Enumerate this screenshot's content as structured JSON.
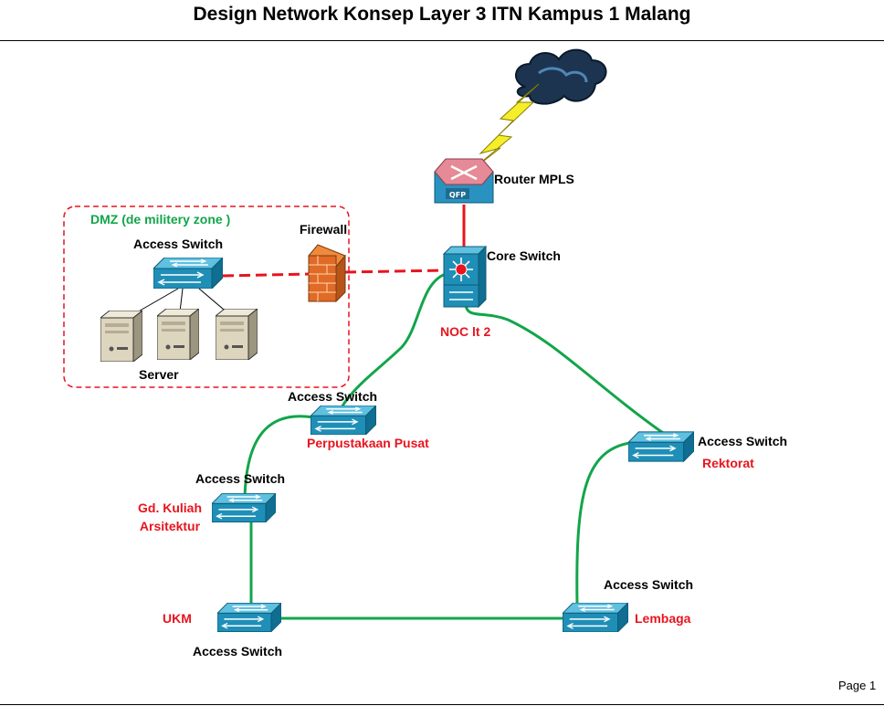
{
  "title": "Design Network Konsep Layer 3 ITN Kampus 1 Malang",
  "page_label": "Page 1",
  "dmz": {
    "label": "DMZ (de militery zone )",
    "switch_label": "Access Switch",
    "server_label": "Server"
  },
  "firewall_label": "Firewall",
  "router": {
    "label": "Router MPLS",
    "badge": "QFP"
  },
  "core": {
    "label": "Core Switch",
    "location": "NOC lt 2"
  },
  "switches": {
    "perpustakaan": {
      "label": "Access Switch",
      "location": "Perpustakaan Pusat"
    },
    "arsitektur": {
      "label": "Access Switch",
      "location_line1": "Gd. Kuliah",
      "location_line2": "Arsitektur"
    },
    "ukm": {
      "label": "Access Switch",
      "location": "UKM"
    },
    "lembaga": {
      "label": "Access Switch",
      "location": "Lembaga"
    },
    "rektorat": {
      "label": "Access Switch",
      "location": "Rektorat"
    }
  },
  "colors": {
    "fiber_link": "#12a54a",
    "uplink": "#e8141e",
    "dmz_border": "#e8141e",
    "switch_body": "#1f8fb8",
    "location_text": "#e8141e",
    "dmz_text": "#12a54a"
  },
  "icons": [
    "cloud-icon",
    "lightning-icon",
    "router-icon",
    "core-switch-icon",
    "switch-icon",
    "firewall-icon",
    "server-icon"
  ]
}
